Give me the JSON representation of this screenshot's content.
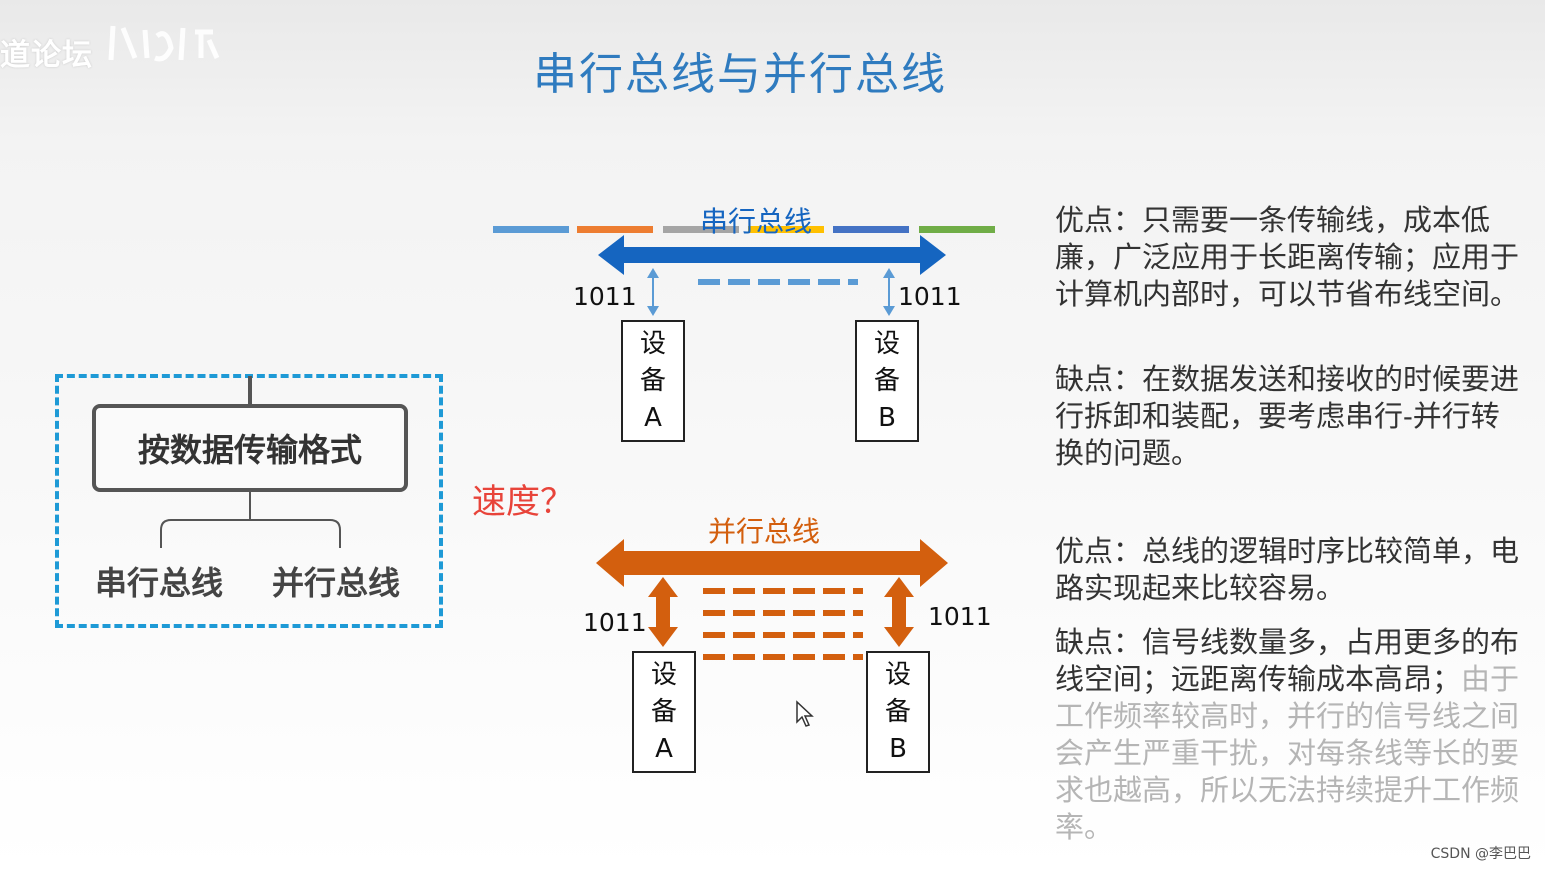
{
  "watermark": {
    "forum": "道论坛",
    "logo": ""
  },
  "title": "串行总线与并行总线",
  "title_bar_colors": [
    "#5b9bd5",
    "#ed7d31",
    "#a5a5a5",
    "#ffc000",
    "#4472c4",
    "#70ad47"
  ],
  "tree": {
    "root": "按数据传输格式",
    "left": "串行总线",
    "right": "并行总线"
  },
  "speed_question": "速度？",
  "serial": {
    "label": "串行总线",
    "color": "#1565c0",
    "bits_left": "1011",
    "bits_right": "1011",
    "device_a": {
      "line1": "设",
      "line2": "备",
      "line3": "A"
    },
    "device_b": {
      "line1": "设",
      "line2": "备",
      "line3": "B"
    }
  },
  "parallel": {
    "label": "并行总线",
    "color": "#d35f0e",
    "bits_left": "1011",
    "bits_right": "1011",
    "device_a": {
      "line1": "设",
      "line2": "备",
      "line3": "A"
    },
    "device_b": {
      "line1": "设",
      "line2": "备",
      "line3": "B"
    }
  },
  "serial_text": {
    "pros": "优点：只需要一条传输线，成本低廉，广泛应用于长距离传输；应用于计算机内部时，可以节省布线空间。",
    "cons": "缺点：在数据发送和接收的时候要进行拆卸和装配，要考虑串行-并行转换的问题。"
  },
  "parallel_text": {
    "pros": "优点：总线的逻辑时序比较简单，电路实现起来比较容易。",
    "cons_main": "缺点：信号线数量多，占用更多的布线空间；远距离传输成本高昂；",
    "cons_faded": "由于工作频率较高时，并行的信号线之间会产生严重干扰，对每条线等长的要求也越高，所以无法持续提升工作频率。"
  },
  "footer": "CSDN @李巴巴"
}
